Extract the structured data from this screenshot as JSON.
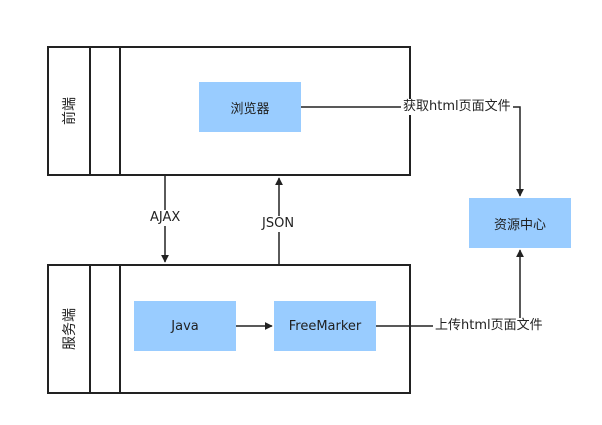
{
  "lanes": {
    "frontend": {
      "label": "前端"
    },
    "server": {
      "label": "服务端"
    }
  },
  "nodes": {
    "browser": {
      "label": "浏览器"
    },
    "resource_center": {
      "label": "资源中心"
    },
    "java": {
      "label": "Java"
    },
    "freemarker": {
      "label": "FreeMarker"
    }
  },
  "edges": {
    "ajax": {
      "label": "AJAX"
    },
    "json": {
      "label": "JSON"
    },
    "fetch_html": {
      "label": "获取html页面文件"
    },
    "upload_html": {
      "label": "上传html页面文件"
    }
  },
  "colors": {
    "node_fill": "#99ccff",
    "line": "#222222"
  }
}
